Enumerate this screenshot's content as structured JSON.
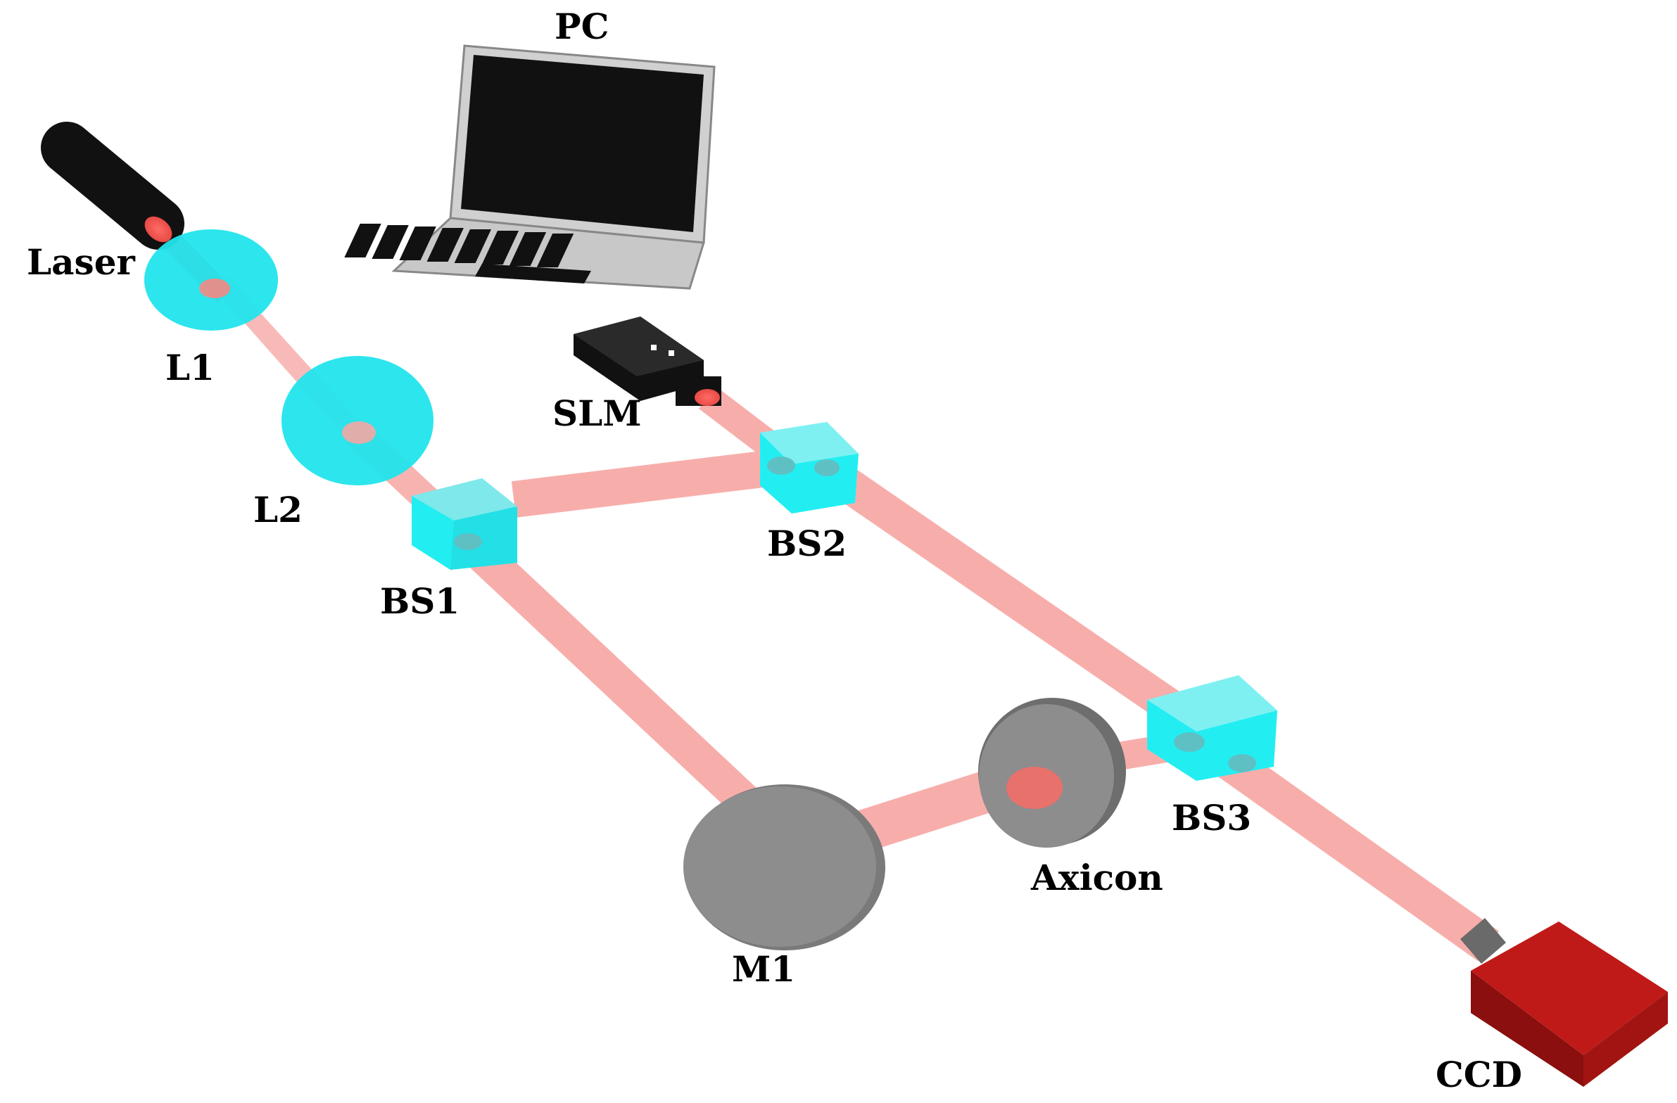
{
  "labels": {
    "pc": "PC",
    "laser": "Laser",
    "l1": "L1",
    "l2": "L2",
    "slm": "SLM",
    "bs1": "BS1",
    "bs2": "BS2",
    "bs3": "BS3",
    "m1": "M1",
    "axicon": "Axicon",
    "ccd": "CCD"
  },
  "colors": {
    "beam": "#f7a9a6",
    "beam_core": "#f06a66",
    "lens": "#22e4ec",
    "beamsplitter": "#22eef2",
    "mirror": "#8c8c8c",
    "camera": "#a81514",
    "laser_body": "#111111",
    "laptop_screen": "#111111"
  },
  "icons": {
    "laser": "laser-icon",
    "lens": "lens-icon",
    "beamsplitter": "beam-splitter-icon",
    "mirror": "mirror-icon",
    "axicon": "axicon-icon",
    "slm": "slm-icon",
    "pc": "laptop-icon",
    "ccd": "camera-icon"
  }
}
